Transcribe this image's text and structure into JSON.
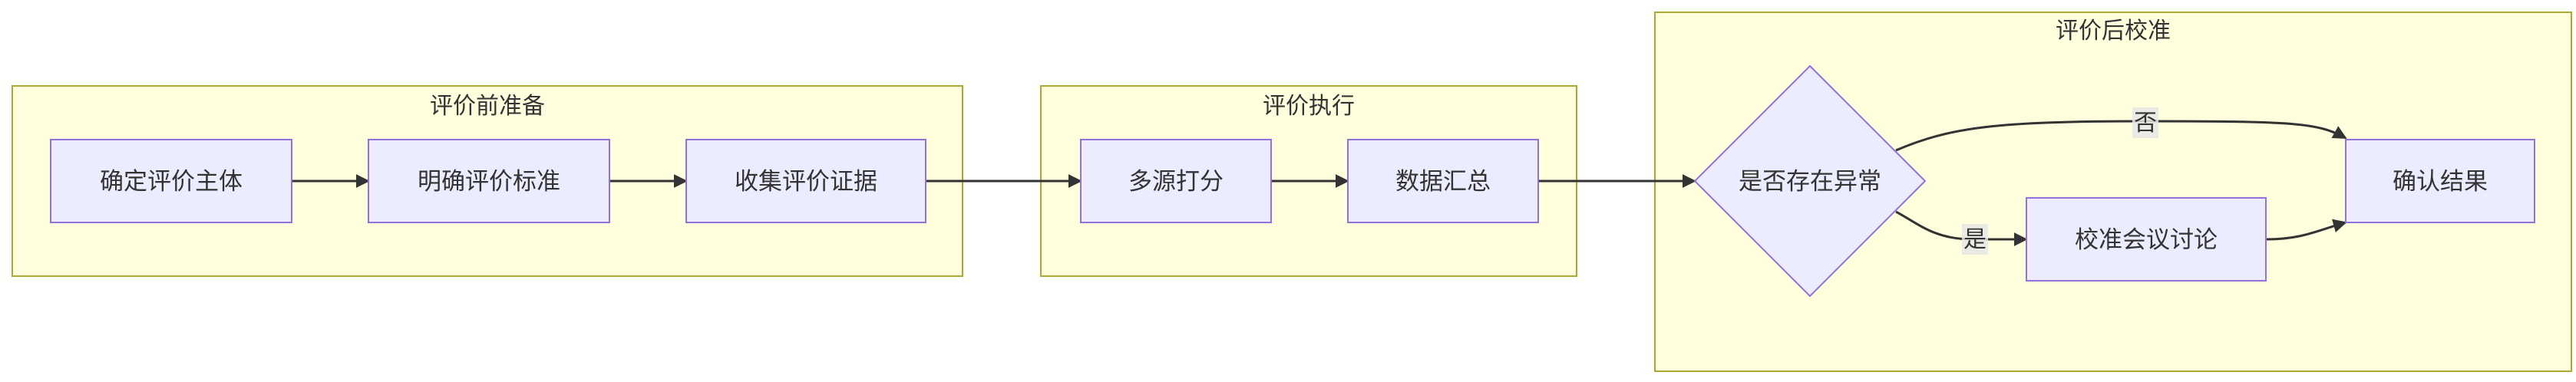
{
  "clusters": {
    "prep": {
      "title": "评价前准备"
    },
    "exec": {
      "title": "评价执行"
    },
    "calib": {
      "title": "评价后校准"
    }
  },
  "nodes": {
    "subject": "确定评价主体",
    "standard": "明确评价标准",
    "evidence": "收集评价证据",
    "scoring": "多源打分",
    "summary": "数据汇总",
    "anomaly": "是否存在异常",
    "meeting": "校准会议讨论",
    "confirm": "确认结果"
  },
  "edges": {
    "no": "否",
    "yes": "是"
  },
  "colors": {
    "cluster_fill": "#ffffde",
    "cluster_stroke": "#aaaa33",
    "node_fill": "#ececff",
    "node_stroke": "#9370db",
    "edge": "#333333"
  }
}
